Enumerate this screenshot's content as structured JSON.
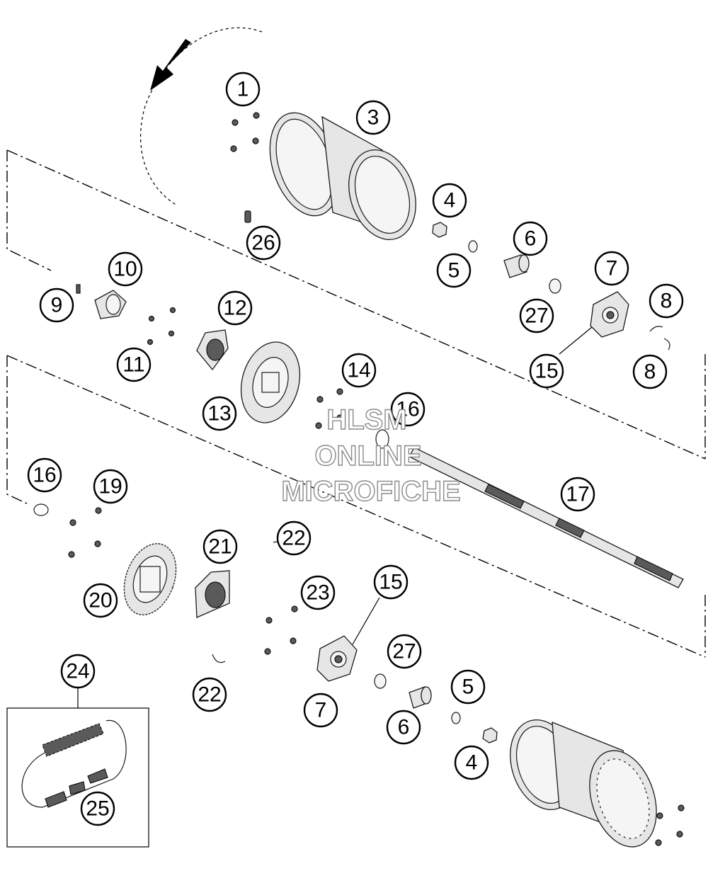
{
  "callouts": [
    {
      "id": "c1",
      "label": "1"
    },
    {
      "id": "c3",
      "label": "3"
    },
    {
      "id": "c4a",
      "label": "4"
    },
    {
      "id": "c5a",
      "label": "5"
    },
    {
      "id": "c6a",
      "label": "6"
    },
    {
      "id": "c7a",
      "label": "7"
    },
    {
      "id": "c8a",
      "label": "8"
    },
    {
      "id": "c8b",
      "label": "8"
    },
    {
      "id": "c9",
      "label": "9"
    },
    {
      "id": "c10",
      "label": "10"
    },
    {
      "id": "c11",
      "label": "11"
    },
    {
      "id": "c12",
      "label": "12"
    },
    {
      "id": "c13",
      "label": "13"
    },
    {
      "id": "c14",
      "label": "14"
    },
    {
      "id": "c15a",
      "label": "15"
    },
    {
      "id": "c16a",
      "label": "16"
    },
    {
      "id": "c16b",
      "label": "16"
    },
    {
      "id": "c17",
      "label": "17"
    },
    {
      "id": "c19",
      "label": "19"
    },
    {
      "id": "c20",
      "label": "20"
    },
    {
      "id": "c21",
      "label": "21"
    },
    {
      "id": "c22a",
      "label": "22"
    },
    {
      "id": "c22b",
      "label": "22"
    },
    {
      "id": "c23",
      "label": "23"
    },
    {
      "id": "c15b",
      "label": "15"
    },
    {
      "id": "c24",
      "label": "24"
    },
    {
      "id": "c25",
      "label": "25"
    },
    {
      "id": "c26",
      "label": "26"
    },
    {
      "id": "c27a",
      "label": "27"
    },
    {
      "id": "c27b",
      "label": "27"
    },
    {
      "id": "c7b",
      "label": "7"
    },
    {
      "id": "c6b",
      "label": "6"
    },
    {
      "id": "c5b",
      "label": "5"
    },
    {
      "id": "c4b",
      "label": "4"
    }
  ],
  "watermark": [
    "HLSM",
    "ONLINE",
    "MICROFICHE"
  ]
}
